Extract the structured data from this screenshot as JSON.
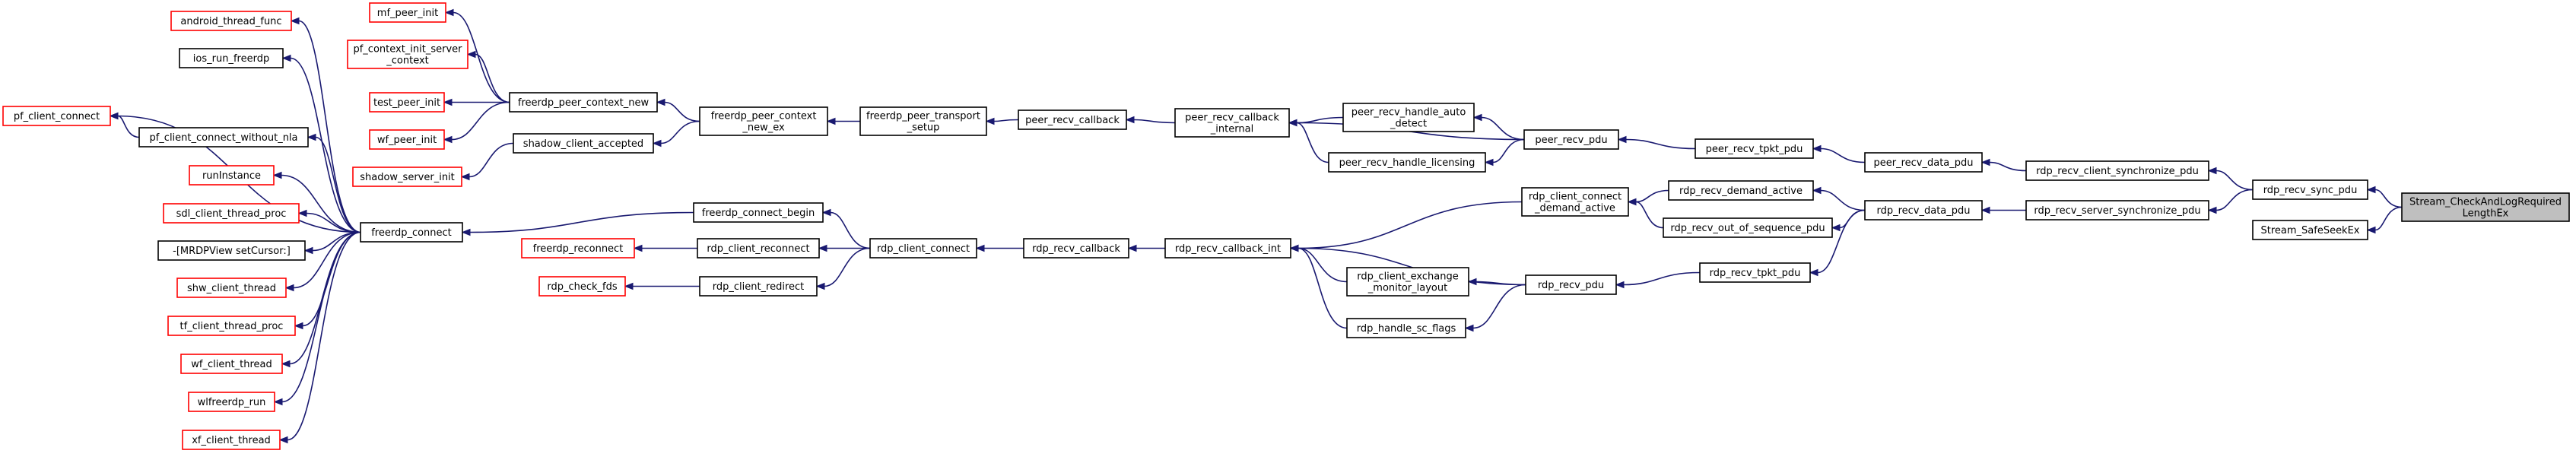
{
  "diagram": {
    "type": "call-graph",
    "colors": {
      "edge": "#191970",
      "missing_doc_border": "#ff0000",
      "documented_border": "#000000",
      "focus_fill": "#bfbfbf"
    },
    "nodes": [
      {
        "id": "focus",
        "lines": [
          "Stream_CheckAndLogRequired",
          "LengthEx"
        ],
        "style": "focus"
      },
      {
        "id": "rdp_recv_sync_pdu",
        "lines": [
          "rdp_recv_sync_pdu"
        ],
        "style": "black"
      },
      {
        "id": "Stream_SafeSeekEx",
        "lines": [
          "Stream_SafeSeekEx"
        ],
        "style": "black"
      },
      {
        "id": "rdp_recv_client_synchronize_pdu",
        "lines": [
          "rdp_recv_client_synchronize_pdu"
        ],
        "style": "black"
      },
      {
        "id": "rdp_recv_server_synchronize_pdu",
        "lines": [
          "rdp_recv_server_synchronize_pdu"
        ],
        "style": "black"
      },
      {
        "id": "peer_recv_data_pdu",
        "lines": [
          "peer_recv_data_pdu"
        ],
        "style": "black"
      },
      {
        "id": "rdp_recv_data_pdu",
        "lines": [
          "rdp_recv_data_pdu"
        ],
        "style": "black"
      },
      {
        "id": "peer_recv_tpkt_pdu",
        "lines": [
          "peer_recv_tpkt_pdu"
        ],
        "style": "black"
      },
      {
        "id": "rdp_recv_demand_active",
        "lines": [
          "rdp_recv_demand_active"
        ],
        "style": "black"
      },
      {
        "id": "rdp_recv_out_of_sequence_pdu",
        "lines": [
          "rdp_recv_out_of_sequence_pdu"
        ],
        "style": "black"
      },
      {
        "id": "rdp_recv_tpkt_pdu",
        "lines": [
          "rdp_recv_tpkt_pdu"
        ],
        "style": "black"
      },
      {
        "id": "peer_recv_pdu",
        "lines": [
          "peer_recv_pdu"
        ],
        "style": "black"
      },
      {
        "id": "rdp_client_connect_demand_active",
        "lines": [
          "rdp_client_connect",
          "_demand_active"
        ],
        "style": "black"
      },
      {
        "id": "rdp_recv_pdu",
        "lines": [
          "rdp_recv_pdu"
        ],
        "style": "black"
      },
      {
        "id": "peer_recv_handle_auto_detect",
        "lines": [
          "peer_recv_handle_auto",
          "_detect"
        ],
        "style": "black"
      },
      {
        "id": "peer_recv_handle_licensing",
        "lines": [
          "peer_recv_handle_licensing"
        ],
        "style": "black"
      },
      {
        "id": "rdp_client_exchange_monitor_layout",
        "lines": [
          "rdp_client_exchange",
          "_monitor_layout"
        ],
        "style": "black"
      },
      {
        "id": "rdp_handle_sc_flags",
        "lines": [
          "rdp_handle_sc_flags"
        ],
        "style": "black"
      },
      {
        "id": "peer_recv_callback_internal",
        "lines": [
          "peer_recv_callback",
          "_internal"
        ],
        "style": "black"
      },
      {
        "id": "rdp_recv_callback_int",
        "lines": [
          "rdp_recv_callback_int"
        ],
        "style": "black"
      },
      {
        "id": "peer_recv_callback",
        "lines": [
          "peer_recv_callback"
        ],
        "style": "black"
      },
      {
        "id": "rdp_recv_callback",
        "lines": [
          "rdp_recv_callback"
        ],
        "style": "black"
      },
      {
        "id": "freerdp_peer_transport_setup",
        "lines": [
          "freerdp_peer_transport",
          "_setup"
        ],
        "style": "black"
      },
      {
        "id": "rdp_client_connect",
        "lines": [
          "rdp_client_connect"
        ],
        "style": "black"
      },
      {
        "id": "freerdp_peer_context_new_ex",
        "lines": [
          "freerdp_peer_context",
          "_new_ex"
        ],
        "style": "black"
      },
      {
        "id": "freerdp_connect_begin",
        "lines": [
          "freerdp_connect_begin"
        ],
        "style": "black"
      },
      {
        "id": "rdp_client_reconnect",
        "lines": [
          "rdp_client_reconnect"
        ],
        "style": "black"
      },
      {
        "id": "rdp_client_redirect",
        "lines": [
          "rdp_client_redirect"
        ],
        "style": "black"
      },
      {
        "id": "freerdp_peer_context_new",
        "lines": [
          "freerdp_peer_context_new"
        ],
        "style": "black"
      },
      {
        "id": "shadow_client_accepted",
        "lines": [
          "shadow_client_accepted"
        ],
        "style": "black"
      },
      {
        "id": "freerdp_connect",
        "lines": [
          "freerdp_connect"
        ],
        "style": "black"
      },
      {
        "id": "freerdp_reconnect",
        "lines": [
          "freerdp_reconnect"
        ],
        "style": "red"
      },
      {
        "id": "rdp_check_fds",
        "lines": [
          "rdp_check_fds"
        ],
        "style": "red"
      },
      {
        "id": "mf_peer_init",
        "lines": [
          "mf_peer_init"
        ],
        "style": "red"
      },
      {
        "id": "pf_context_init_server_context",
        "lines": [
          "pf_context_init_server",
          "_context"
        ],
        "style": "red"
      },
      {
        "id": "test_peer_init",
        "lines": [
          "test_peer_init"
        ],
        "style": "red"
      },
      {
        "id": "wf_peer_init",
        "lines": [
          "wf_peer_init"
        ],
        "style": "red"
      },
      {
        "id": "shadow_server_init",
        "lines": [
          "shadow_server_init"
        ],
        "style": "red"
      },
      {
        "id": "android_thread_func",
        "lines": [
          "android_thread_func"
        ],
        "style": "red"
      },
      {
        "id": "ios_run_freerdp",
        "lines": [
          "ios_run_freerdp"
        ],
        "style": "black"
      },
      {
        "id": "pf_client_connect",
        "lines": [
          "pf_client_connect"
        ],
        "style": "red"
      },
      {
        "id": "pf_client_connect_without_nla",
        "lines": [
          "pf_client_connect_without_nla"
        ],
        "style": "black"
      },
      {
        "id": "runInstance",
        "lines": [
          "runInstance"
        ],
        "style": "red"
      },
      {
        "id": "sdl_client_thread_proc",
        "lines": [
          "sdl_client_thread_proc"
        ],
        "style": "red"
      },
      {
        "id": "MRDPView_setCursor",
        "lines": [
          "-[MRDPView setCursor:]"
        ],
        "style": "black"
      },
      {
        "id": "shw_client_thread",
        "lines": [
          "shw_client_thread"
        ],
        "style": "red"
      },
      {
        "id": "tf_client_thread_proc",
        "lines": [
          "tf_client_thread_proc"
        ],
        "style": "red"
      },
      {
        "id": "wf_client_thread",
        "lines": [
          "wf_client_thread"
        ],
        "style": "red"
      },
      {
        "id": "wlfreerdp_run",
        "lines": [
          "wlfreerdp_run"
        ],
        "style": "red"
      },
      {
        "id": "xf_client_thread",
        "lines": [
          "xf_client_thread"
        ],
        "style": "red"
      }
    ],
    "edges": [
      [
        "rdp_recv_sync_pdu",
        "focus"
      ],
      [
        "Stream_SafeSeekEx",
        "focus"
      ],
      [
        "rdp_recv_client_synchronize_pdu",
        "rdp_recv_sync_pdu"
      ],
      [
        "rdp_recv_server_synchronize_pdu",
        "rdp_recv_sync_pdu"
      ],
      [
        "peer_recv_data_pdu",
        "rdp_recv_client_synchronize_pdu"
      ],
      [
        "rdp_recv_data_pdu",
        "rdp_recv_server_synchronize_pdu"
      ],
      [
        "peer_recv_tpkt_pdu",
        "peer_recv_data_pdu"
      ],
      [
        "rdp_recv_demand_active",
        "rdp_recv_data_pdu"
      ],
      [
        "rdp_recv_out_of_sequence_pdu",
        "rdp_recv_data_pdu"
      ],
      [
        "rdp_recv_tpkt_pdu",
        "rdp_recv_data_pdu"
      ],
      [
        "peer_recv_pdu",
        "peer_recv_tpkt_pdu"
      ],
      [
        "rdp_client_connect_demand_active",
        "rdp_recv_demand_active"
      ],
      [
        "rdp_client_connect_demand_active",
        "rdp_recv_out_of_sequence_pdu"
      ],
      [
        "rdp_recv_pdu",
        "rdp_recv_tpkt_pdu"
      ],
      [
        "peer_recv_callback_internal",
        "peer_recv_pdu"
      ],
      [
        "peer_recv_handle_auto_detect",
        "peer_recv_pdu"
      ],
      [
        "peer_recv_handle_licensing",
        "peer_recv_pdu"
      ],
      [
        "rdp_recv_callback_int",
        "rdp_client_connect_demand_active"
      ],
      [
        "rdp_recv_callback_int",
        "rdp_recv_pdu"
      ],
      [
        "rdp_client_exchange_monitor_layout",
        "rdp_recv_pdu"
      ],
      [
        "rdp_handle_sc_flags",
        "rdp_recv_pdu"
      ],
      [
        "peer_recv_callback_internal",
        "peer_recv_handle_auto_detect"
      ],
      [
        "peer_recv_callback_internal",
        "peer_recv_handle_licensing"
      ],
      [
        "rdp_recv_callback_int",
        "rdp_client_exchange_monitor_layout"
      ],
      [
        "rdp_recv_callback_int",
        "rdp_handle_sc_flags"
      ],
      [
        "peer_recv_callback",
        "peer_recv_callback_internal"
      ],
      [
        "rdp_recv_callback",
        "rdp_recv_callback_int"
      ],
      [
        "freerdp_peer_transport_setup",
        "peer_recv_callback"
      ],
      [
        "rdp_client_connect",
        "rdp_recv_callback"
      ],
      [
        "freerdp_peer_context_new_ex",
        "freerdp_peer_transport_setup"
      ],
      [
        "freerdp_connect_begin",
        "rdp_client_connect"
      ],
      [
        "rdp_client_reconnect",
        "rdp_client_connect"
      ],
      [
        "rdp_client_redirect",
        "rdp_client_connect"
      ],
      [
        "freerdp_peer_context_new",
        "freerdp_peer_context_new_ex"
      ],
      [
        "shadow_client_accepted",
        "freerdp_peer_context_new_ex"
      ],
      [
        "freerdp_connect",
        "freerdp_connect_begin"
      ],
      [
        "freerdp_reconnect",
        "rdp_client_reconnect"
      ],
      [
        "rdp_check_fds",
        "rdp_client_redirect"
      ],
      [
        "mf_peer_init",
        "freerdp_peer_context_new"
      ],
      [
        "pf_context_init_server_context",
        "freerdp_peer_context_new"
      ],
      [
        "test_peer_init",
        "freerdp_peer_context_new"
      ],
      [
        "wf_peer_init",
        "freerdp_peer_context_new"
      ],
      [
        "shadow_server_init",
        "shadow_client_accepted"
      ],
      [
        "android_thread_func",
        "freerdp_connect"
      ],
      [
        "ios_run_freerdp",
        "freerdp_connect"
      ],
      [
        "pf_client_connect",
        "freerdp_connect"
      ],
      [
        "pf_client_connect",
        "pf_client_connect_without_nla"
      ],
      [
        "pf_client_connect_without_nla",
        "freerdp_connect"
      ],
      [
        "runInstance",
        "freerdp_connect"
      ],
      [
        "sdl_client_thread_proc",
        "freerdp_connect"
      ],
      [
        "MRDPView_setCursor",
        "freerdp_connect"
      ],
      [
        "shw_client_thread",
        "freerdp_connect"
      ],
      [
        "tf_client_thread_proc",
        "freerdp_connect"
      ],
      [
        "wf_client_thread",
        "freerdp_connect"
      ],
      [
        "wlfreerdp_run",
        "freerdp_connect"
      ],
      [
        "xf_client_thread",
        "freerdp_connect"
      ]
    ]
  }
}
